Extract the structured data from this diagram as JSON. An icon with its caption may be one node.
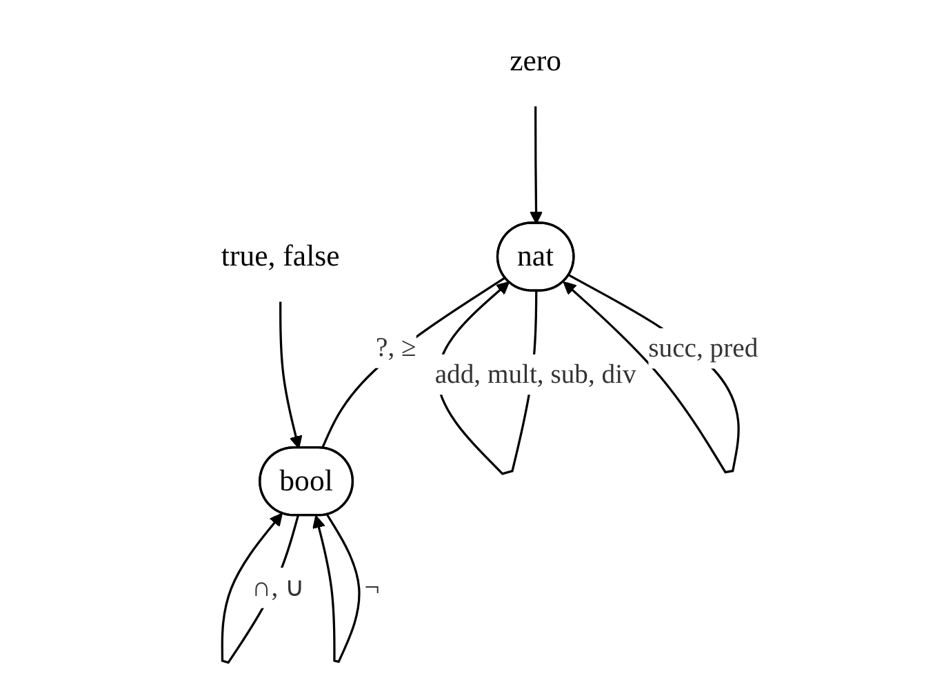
{
  "diagram": {
    "nodes": [
      {
        "text": [
          "zero"
        ]
      },
      {
        "text": [
          "nat"
        ]
      },
      {
        "text": [
          "true, false"
        ]
      },
      {
        "text": [
          "bool"
        ]
      }
    ],
    "edges": [
      {
        "from": 1,
        "to": 1,
        "label": "add, mult, sub, div",
        "arrow": "to"
      },
      {
        "from": 0,
        "to": 1,
        "arrow": "to"
      },
      {
        "from": 1,
        "to": 1,
        "label": "succ, pred",
        "arrow": "to"
      },
      {
        "from": 1,
        "to": 3,
        "label": "?, ≥",
        "arrow": "none"
      },
      {
        "from": 2,
        "to": 3,
        "arrow": "to"
      },
      {
        "from": 3,
        "to": 3,
        "label": "∩, ∪",
        "arrow": "to"
      },
      {
        "from": 3,
        "to": 3,
        "label": "¬",
        "arrow": "to"
      }
    ]
  }
}
